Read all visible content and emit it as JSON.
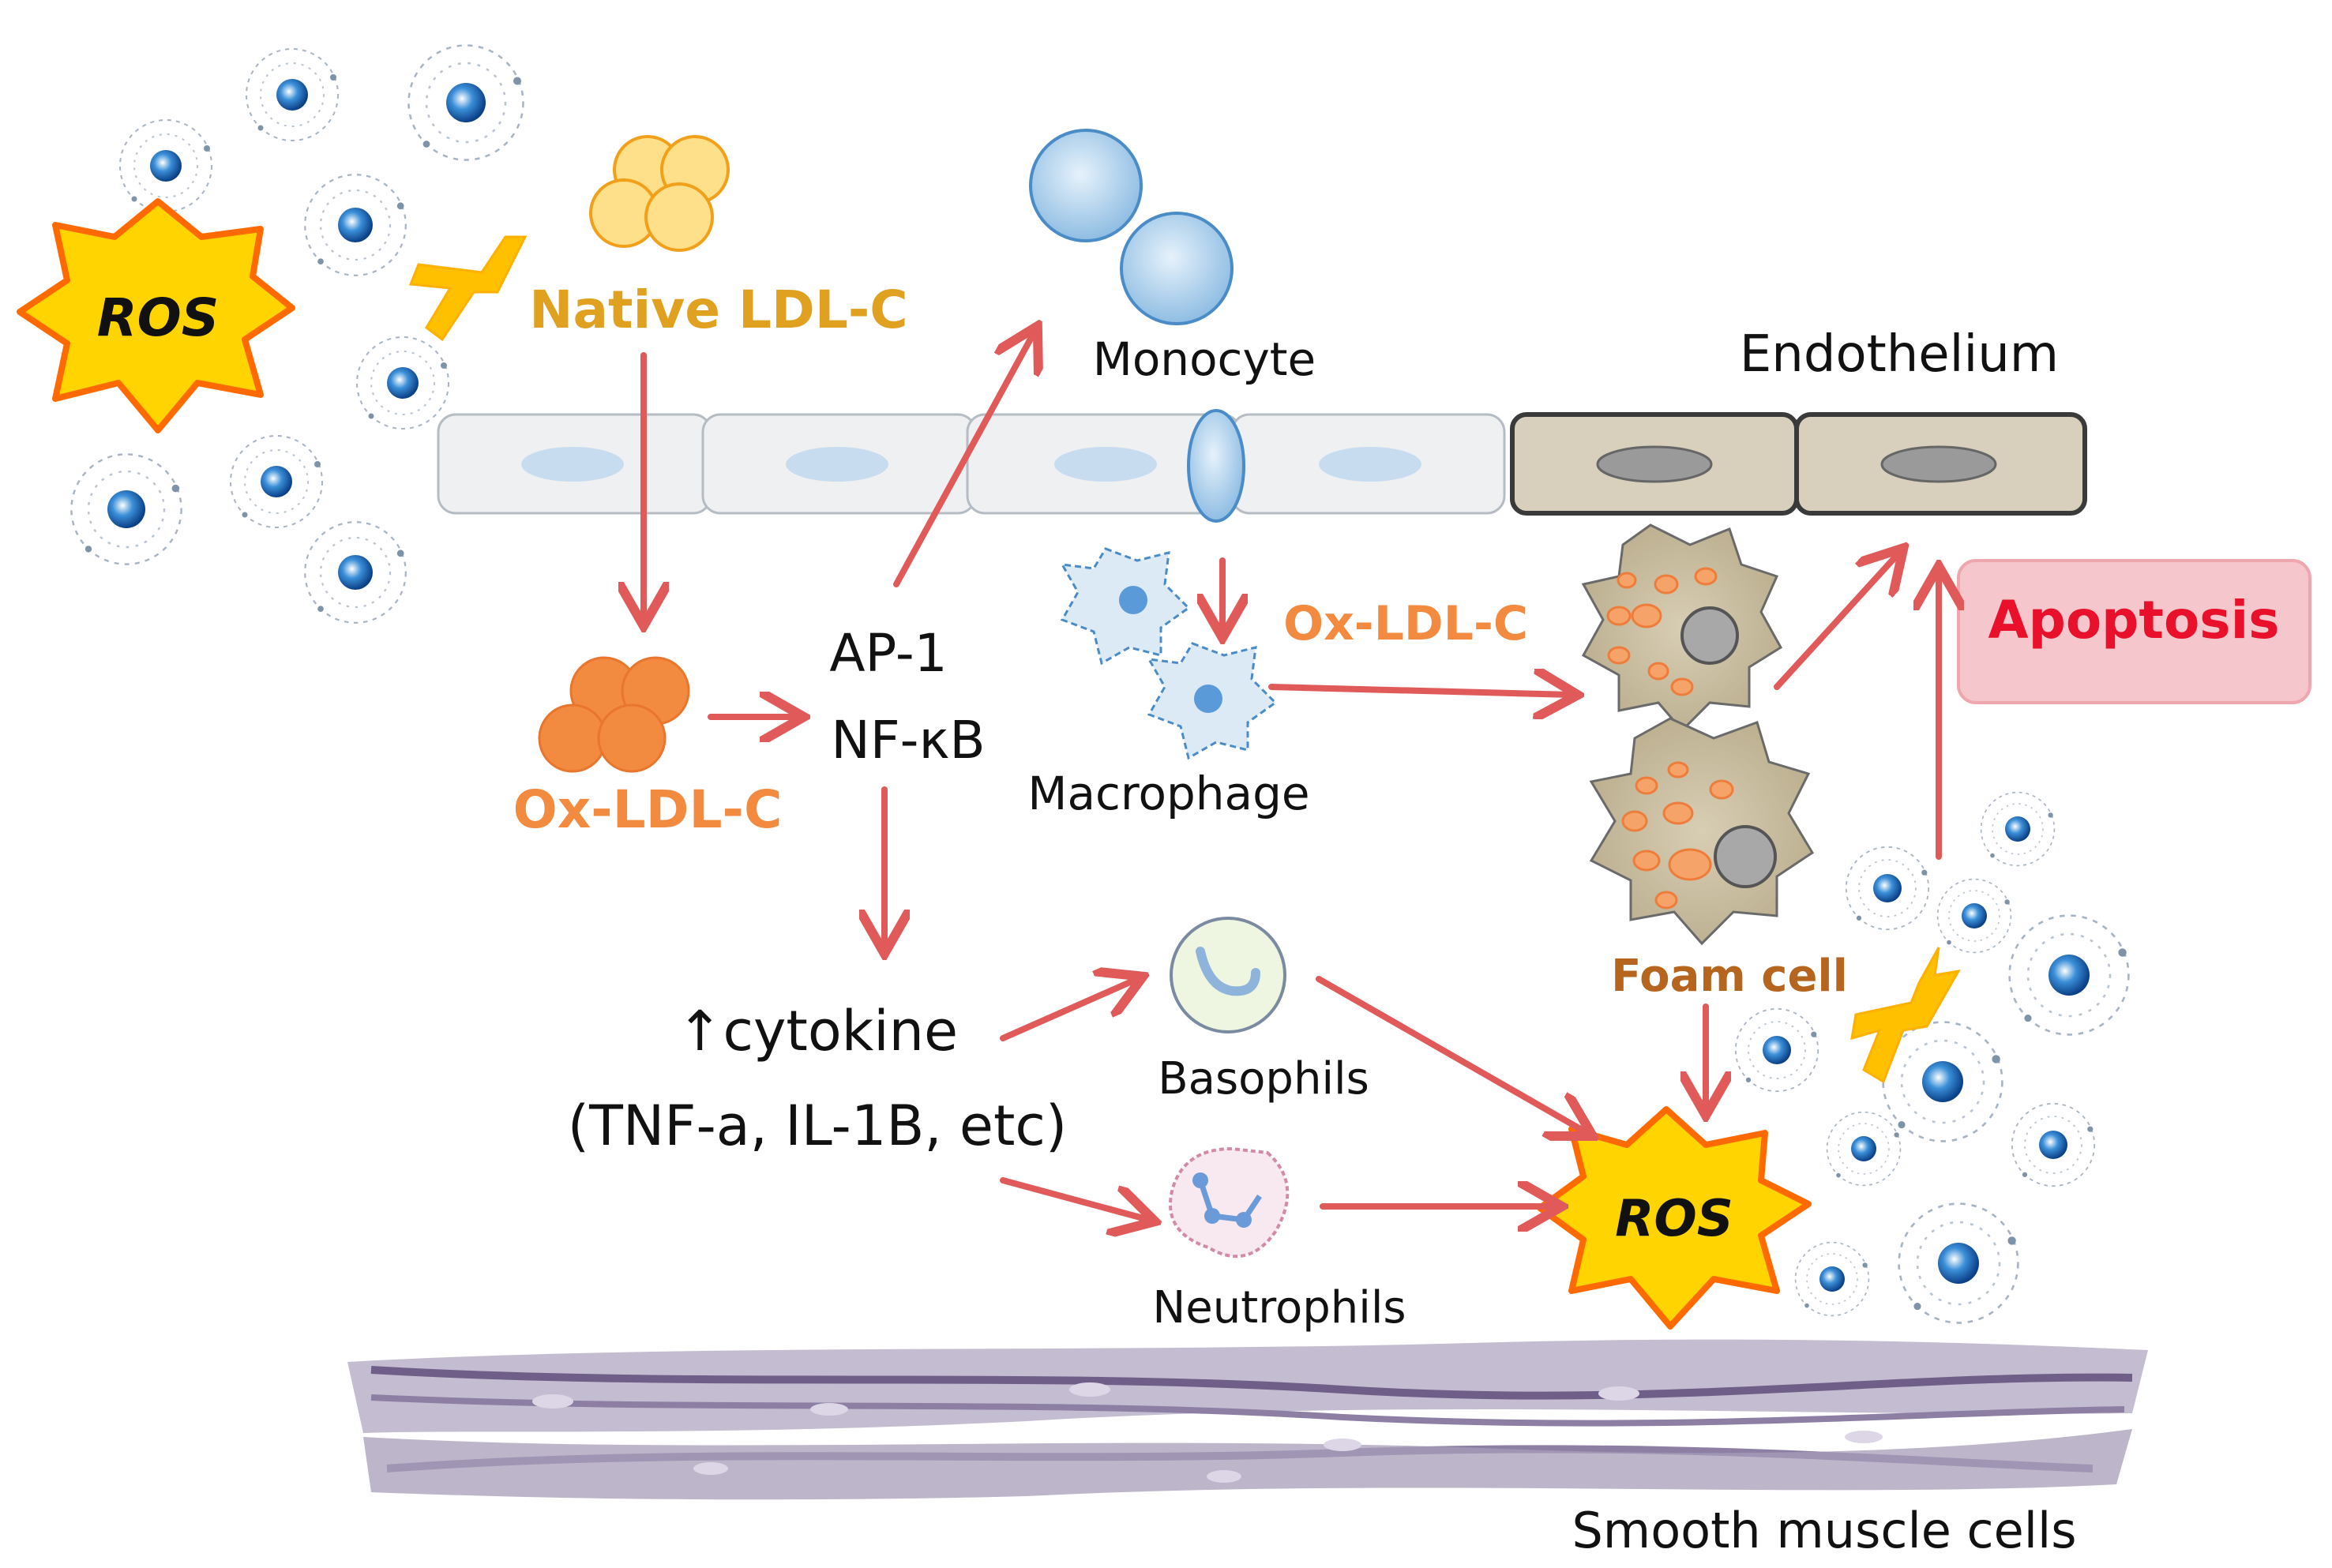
{
  "labels": {
    "ros_top": "ROS",
    "ros_bottom": "ROS",
    "native_ldl": "Native LDL-C",
    "monocyte": "Monocyte",
    "endothelium": "Endothelium",
    "ox_ldl_left": "Ox-LDL-C",
    "ox_ldl_mid": "Ox-LDL-C",
    "ap1": "AP-1",
    "nfkb": "NF-κB",
    "macrophage": "Macrophage",
    "apoptosis": "Apoptosis",
    "foam_cell": "Foam cell",
    "cytokine": "↑cytokine",
    "cytokine_examples": "(TNF-a, IL-1B, etc)",
    "basophils": "Basophils",
    "neutrophils": "Neutrophils",
    "smooth_muscle": "Smooth muscle cells"
  },
  "colors": {
    "arrow": "#e05a5a",
    "native_ldl": "#e0a020",
    "ox_ldl": "#f28a40",
    "foam_cell_label": "#b5651d",
    "apoptosis_text": "#e8102a",
    "apoptosis_box": "#f5c6cb",
    "ros_burst": "#ffd400",
    "ros_outline": "#ff6a00",
    "endothelium_normal": "#eef0f2",
    "endothelium_damaged": "#d8d0bc",
    "cell_blue": "#a9cbe8",
    "smooth_muscle": "#8c7fa3"
  }
}
